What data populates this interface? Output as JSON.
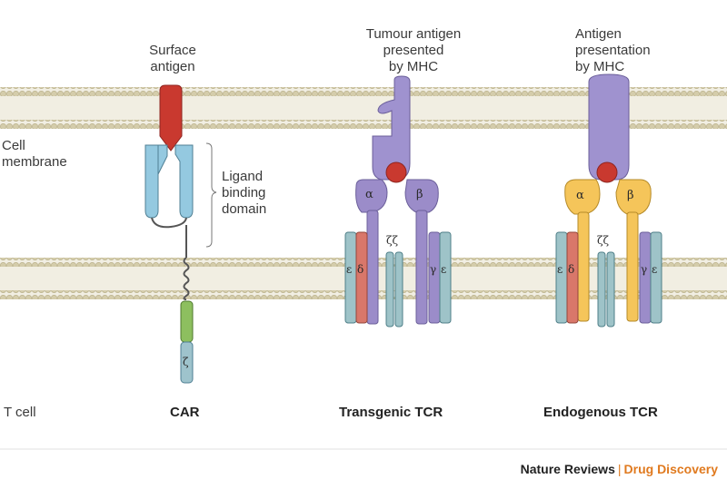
{
  "labels": {
    "surface_antigen": "Surface\nantigen",
    "cell_membrane": "Cell\nmembrane",
    "ligand_binding": "Ligand\nbinding\ndomain",
    "tumour_antigen": "Tumour antigen\npresented\nby MHC",
    "antigen_presentation": "Antigen\npresentation\nby MHC",
    "t_cell": "T cell",
    "car": "CAR",
    "transgenic_tcr": "Transgenic TCR",
    "endogenous_tcr": "Endogenous TCR"
  },
  "greek": {
    "alpha": "α",
    "beta": "β",
    "epsilon": "ε",
    "delta": "δ",
    "gamma": "γ",
    "zeta": "ζ",
    "zeta_pair": "ζζ"
  },
  "footer": {
    "journal": "Nature Reviews",
    "separator": "|",
    "section": "Drug Discovery"
  },
  "colors": {
    "membrane_heads": "#cfc7a3",
    "membrane_band": "#ece9da",
    "antigen_red": "#c9392f",
    "car_blue": "#94c9e0",
    "car_green": "#8dbf5f",
    "car_zeta": "#9ec3cc",
    "tcr_purple": "#9b8cc9",
    "mhc_purple": "#9f92cf",
    "endo_yellow": "#f5c55a",
    "cd3_teal": "#9ec3c8",
    "delta_red": "#d9776a"
  }
}
